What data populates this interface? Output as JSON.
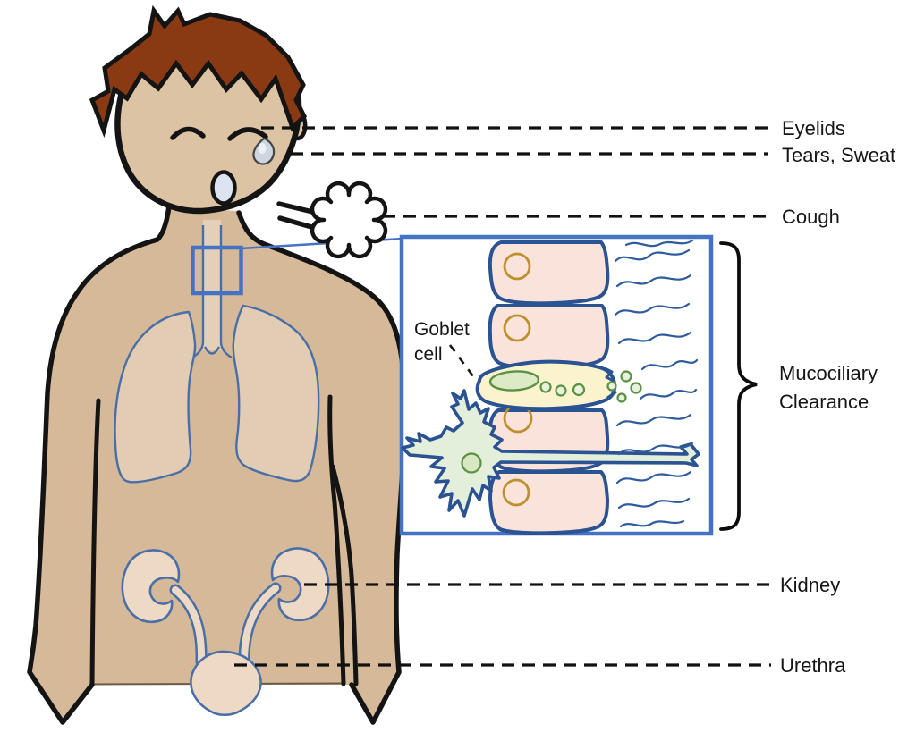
{
  "labels": {
    "eyelids": "Eyelids",
    "tears_sweat": "Tears, Sweat",
    "cough": "Cough",
    "mucociliary_line1": "Mucociliary",
    "mucociliary_line2": "Clearance",
    "kidney": "Kidney",
    "urethra": "Urethra"
  },
  "inset": {
    "goblet_label_line1": "Goblet",
    "goblet_label_line2": "cell"
  },
  "colors": {
    "skin": "#d5b998",
    "skin_light": "#dcc3a4",
    "organ_fill": "#eedac4",
    "lung_fill": "#e2ccb3",
    "trachea_fill": "#e4d0b8",
    "hair": "#8a3a12",
    "outline": "#141414",
    "accent_blue": "#4472c4",
    "organ_outline_blue": "#4a6fa8",
    "cell_outline_blue": "#2b5291",
    "cell_pink": "#fae3db",
    "goblet_yellow": "#fbf3cd",
    "immune_green_fill": "#e4efdb",
    "granule_green": "#6fa84f",
    "nucleus_gold": "#bd8f2d",
    "mouth_fill": "#dce4f2",
    "tear_fill": "#cdd6e0"
  }
}
